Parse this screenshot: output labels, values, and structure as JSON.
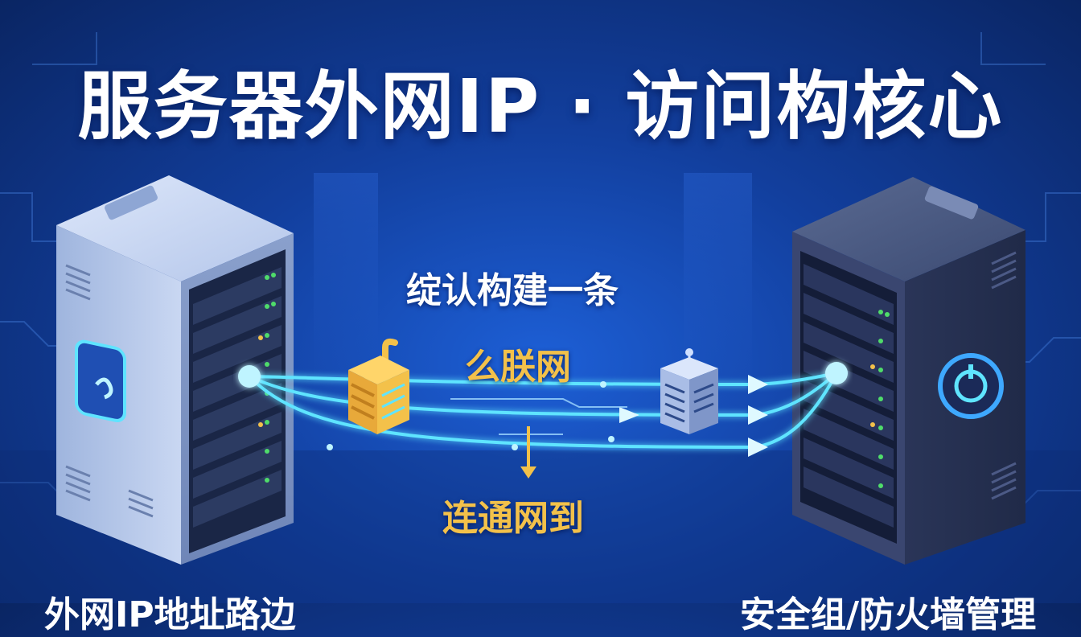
{
  "title": "服务器外网IP · 访问构核心",
  "labels": {
    "top": "绽认构建一条",
    "middle": "么朕网",
    "bottom": "连通网到"
  },
  "footer": {
    "left": "外网IP地址路边",
    "right": "安全组/防火墙管理"
  },
  "colors": {
    "background": "#123f9e",
    "link_glow": "#5fe4ff",
    "gold": "#f3c14a",
    "title": "#ffffff"
  },
  "icons": {
    "left_server": "server-tower-icon",
    "right_server": "server-tower-icon",
    "router": "router-icon",
    "network_node": "network-node-icon",
    "left_badge": "link-icon",
    "right_badge": "power-ring-icon"
  }
}
